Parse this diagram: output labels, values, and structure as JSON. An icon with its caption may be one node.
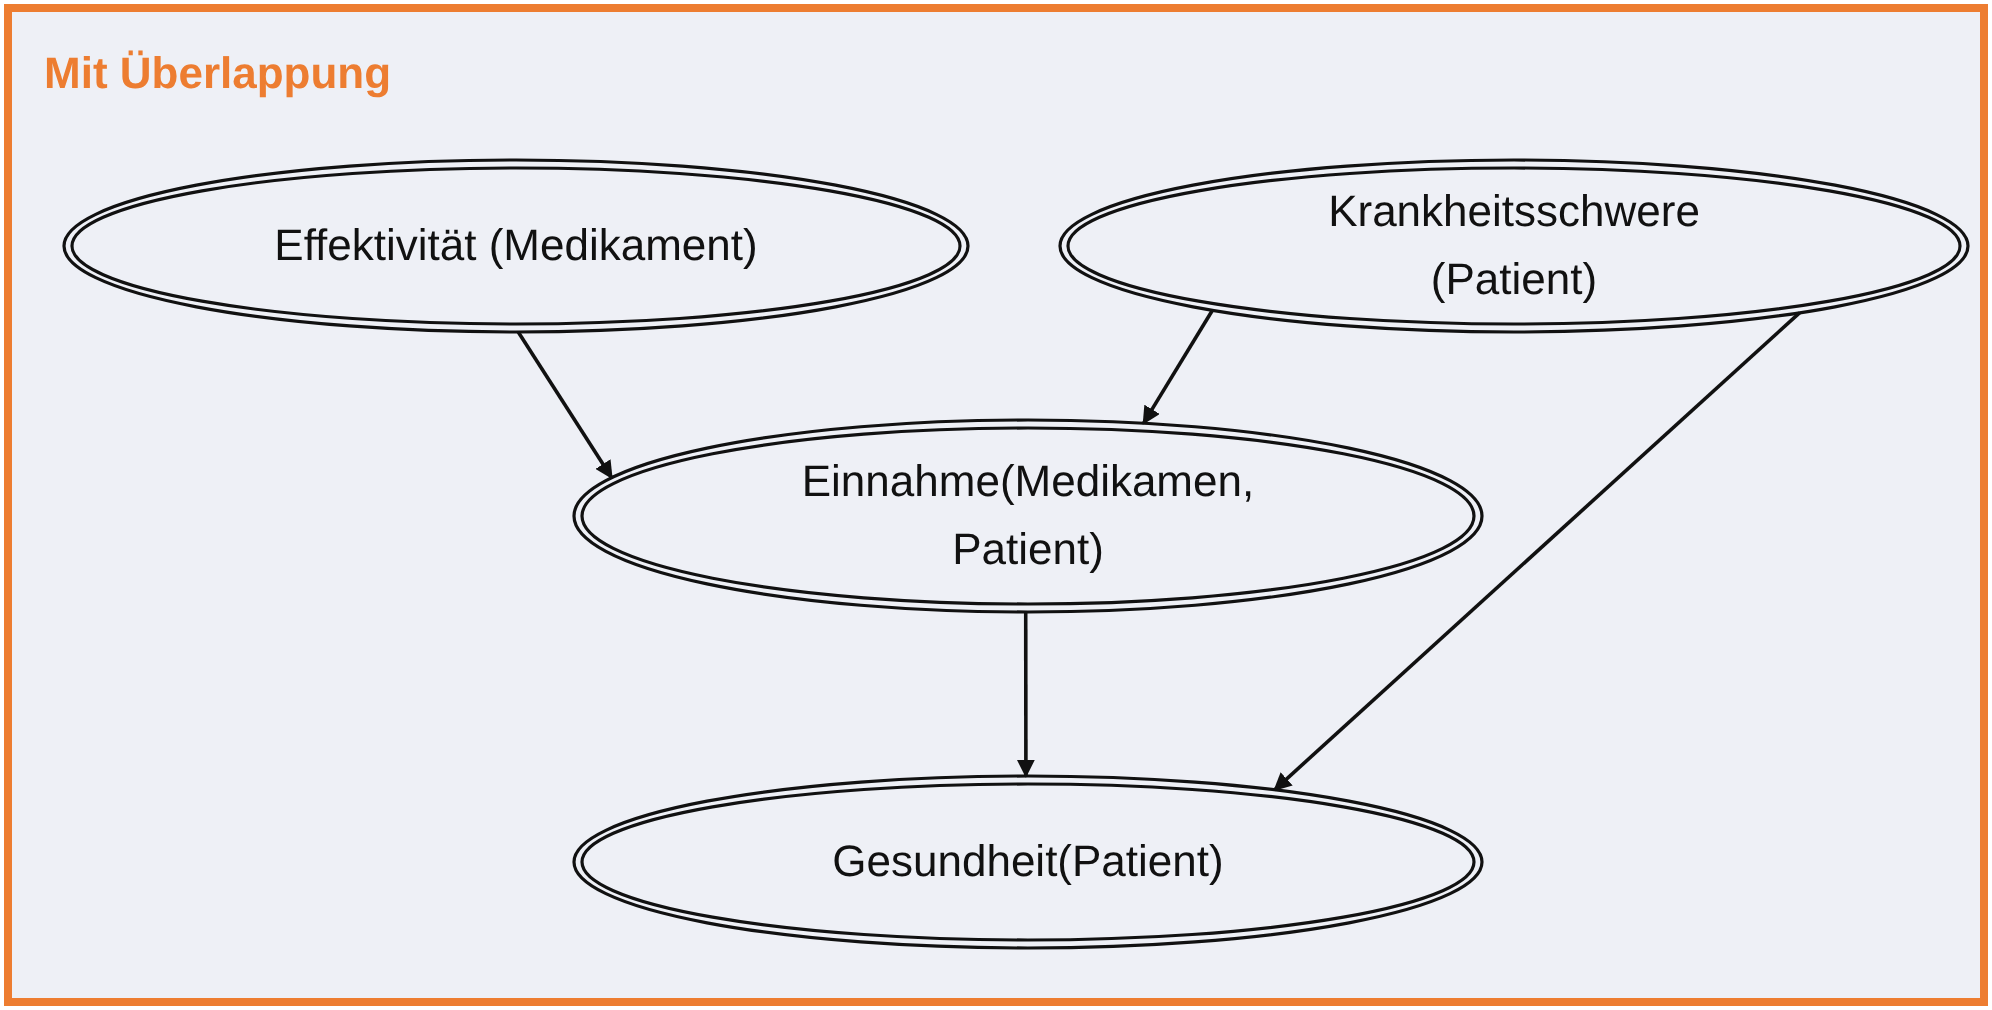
{
  "diagram": {
    "nodes": [
      {
        "text": [
          "Mit Überlappung"
        ]
      },
      {
        "text": [
          "Effektivität (Medikament)"
        ],
        "in": 0
      },
      {
        "text": [
          "Krankheitsschwere (Patient)"
        ],
        "in": 0
      },
      {
        "text": [
          "Einnahme(Medikamen, Patient)"
        ],
        "in": 0
      },
      {
        "text": [
          "Gesundheit(Patient)"
        ],
        "in": 0
      }
    ],
    "edges": [
      {
        "from": 1,
        "to": 3,
        "arrow": "to"
      },
      {
        "from": 2,
        "to": 3,
        "arrow": "to"
      },
      {
        "from": 3,
        "to": 4,
        "arrow": "to"
      },
      {
        "from": 2,
        "to": 4,
        "arrow": "to"
      }
    ]
  }
}
